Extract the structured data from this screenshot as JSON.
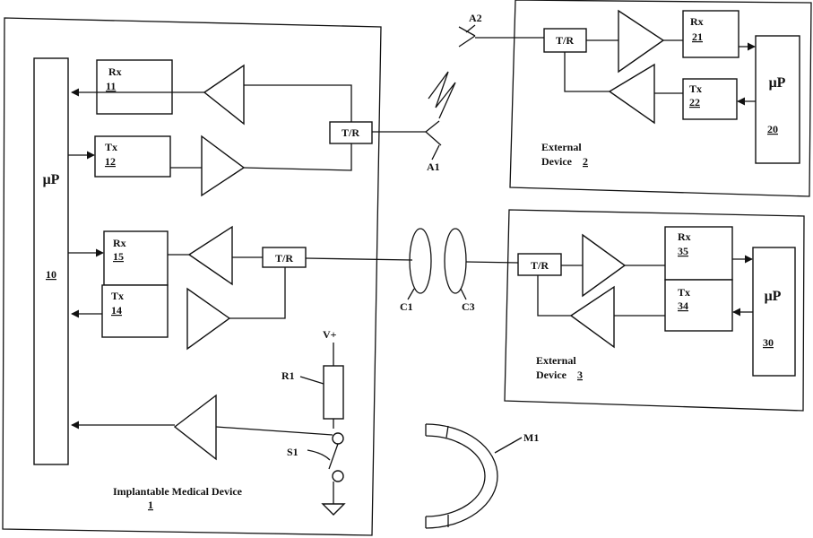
{
  "implant": {
    "title": "Implantable Medical Device",
    "number": "1",
    "up": {
      "label": "μP",
      "num": "10"
    },
    "rx1": {
      "label": "Rx",
      "num": "11"
    },
    "tx1": {
      "label": "Tx",
      "num": "12"
    },
    "rx2": {
      "label": "Rx",
      "num": "15"
    },
    "tx2": {
      "label": "Tx",
      "num": "14"
    },
    "tr1": "T/R",
    "tr2": "T/R",
    "vplus": "V+",
    "r1": "R1",
    "s1": "S1"
  },
  "ext2": {
    "title": "External",
    "subtitle": "Device",
    "number": "2",
    "up": {
      "label": "μP",
      "num": "20"
    },
    "rx": {
      "label": "Rx",
      "num": "21"
    },
    "tx": {
      "label": "Tx",
      "num": "22"
    },
    "tr": "T/R"
  },
  "ext3": {
    "title": "External",
    "subtitle": "Device",
    "number": "3",
    "up": {
      "label": "μP",
      "num": "30"
    },
    "rx": {
      "label": "Rx",
      "num": "35"
    },
    "tx": {
      "label": "Tx",
      "num": "34"
    },
    "tr": "T/R"
  },
  "links": {
    "a1": "A1",
    "a2": "A2",
    "c1": "C1",
    "c3": "C3",
    "m1": "M1"
  }
}
